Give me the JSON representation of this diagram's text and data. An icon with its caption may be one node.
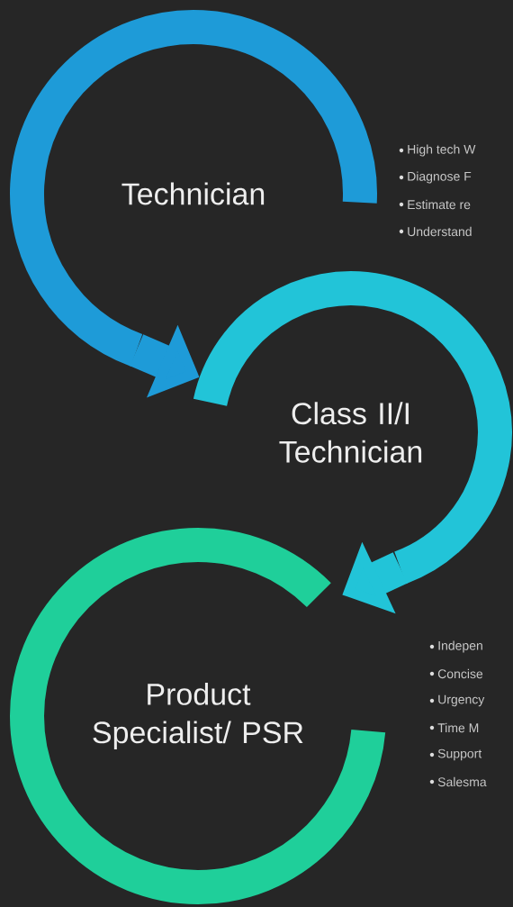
{
  "diagram": {
    "nodes": [
      {
        "text": [
          "Technician"
        ],
        "beside": [
          "High tech W",
          "Diagnose F",
          "Estimate re",
          "Understand"
        ]
      },
      {
        "text": [
          "Class II/I Technician"
        ]
      },
      {
        "text": [
          "Product Specialist/ PSR"
        ],
        "beside": [
          "Indepen",
          "Concise",
          "Urgency",
          "Time M",
          "Support",
          "Salesma"
        ]
      }
    ],
    "edges": [
      {
        "from": 0,
        "to": 1,
        "arrow": "to",
        "color": "#1e9bd8"
      },
      {
        "from": 1,
        "to": 2,
        "arrow": "to",
        "color": "#22c4d8"
      }
    ]
  }
}
